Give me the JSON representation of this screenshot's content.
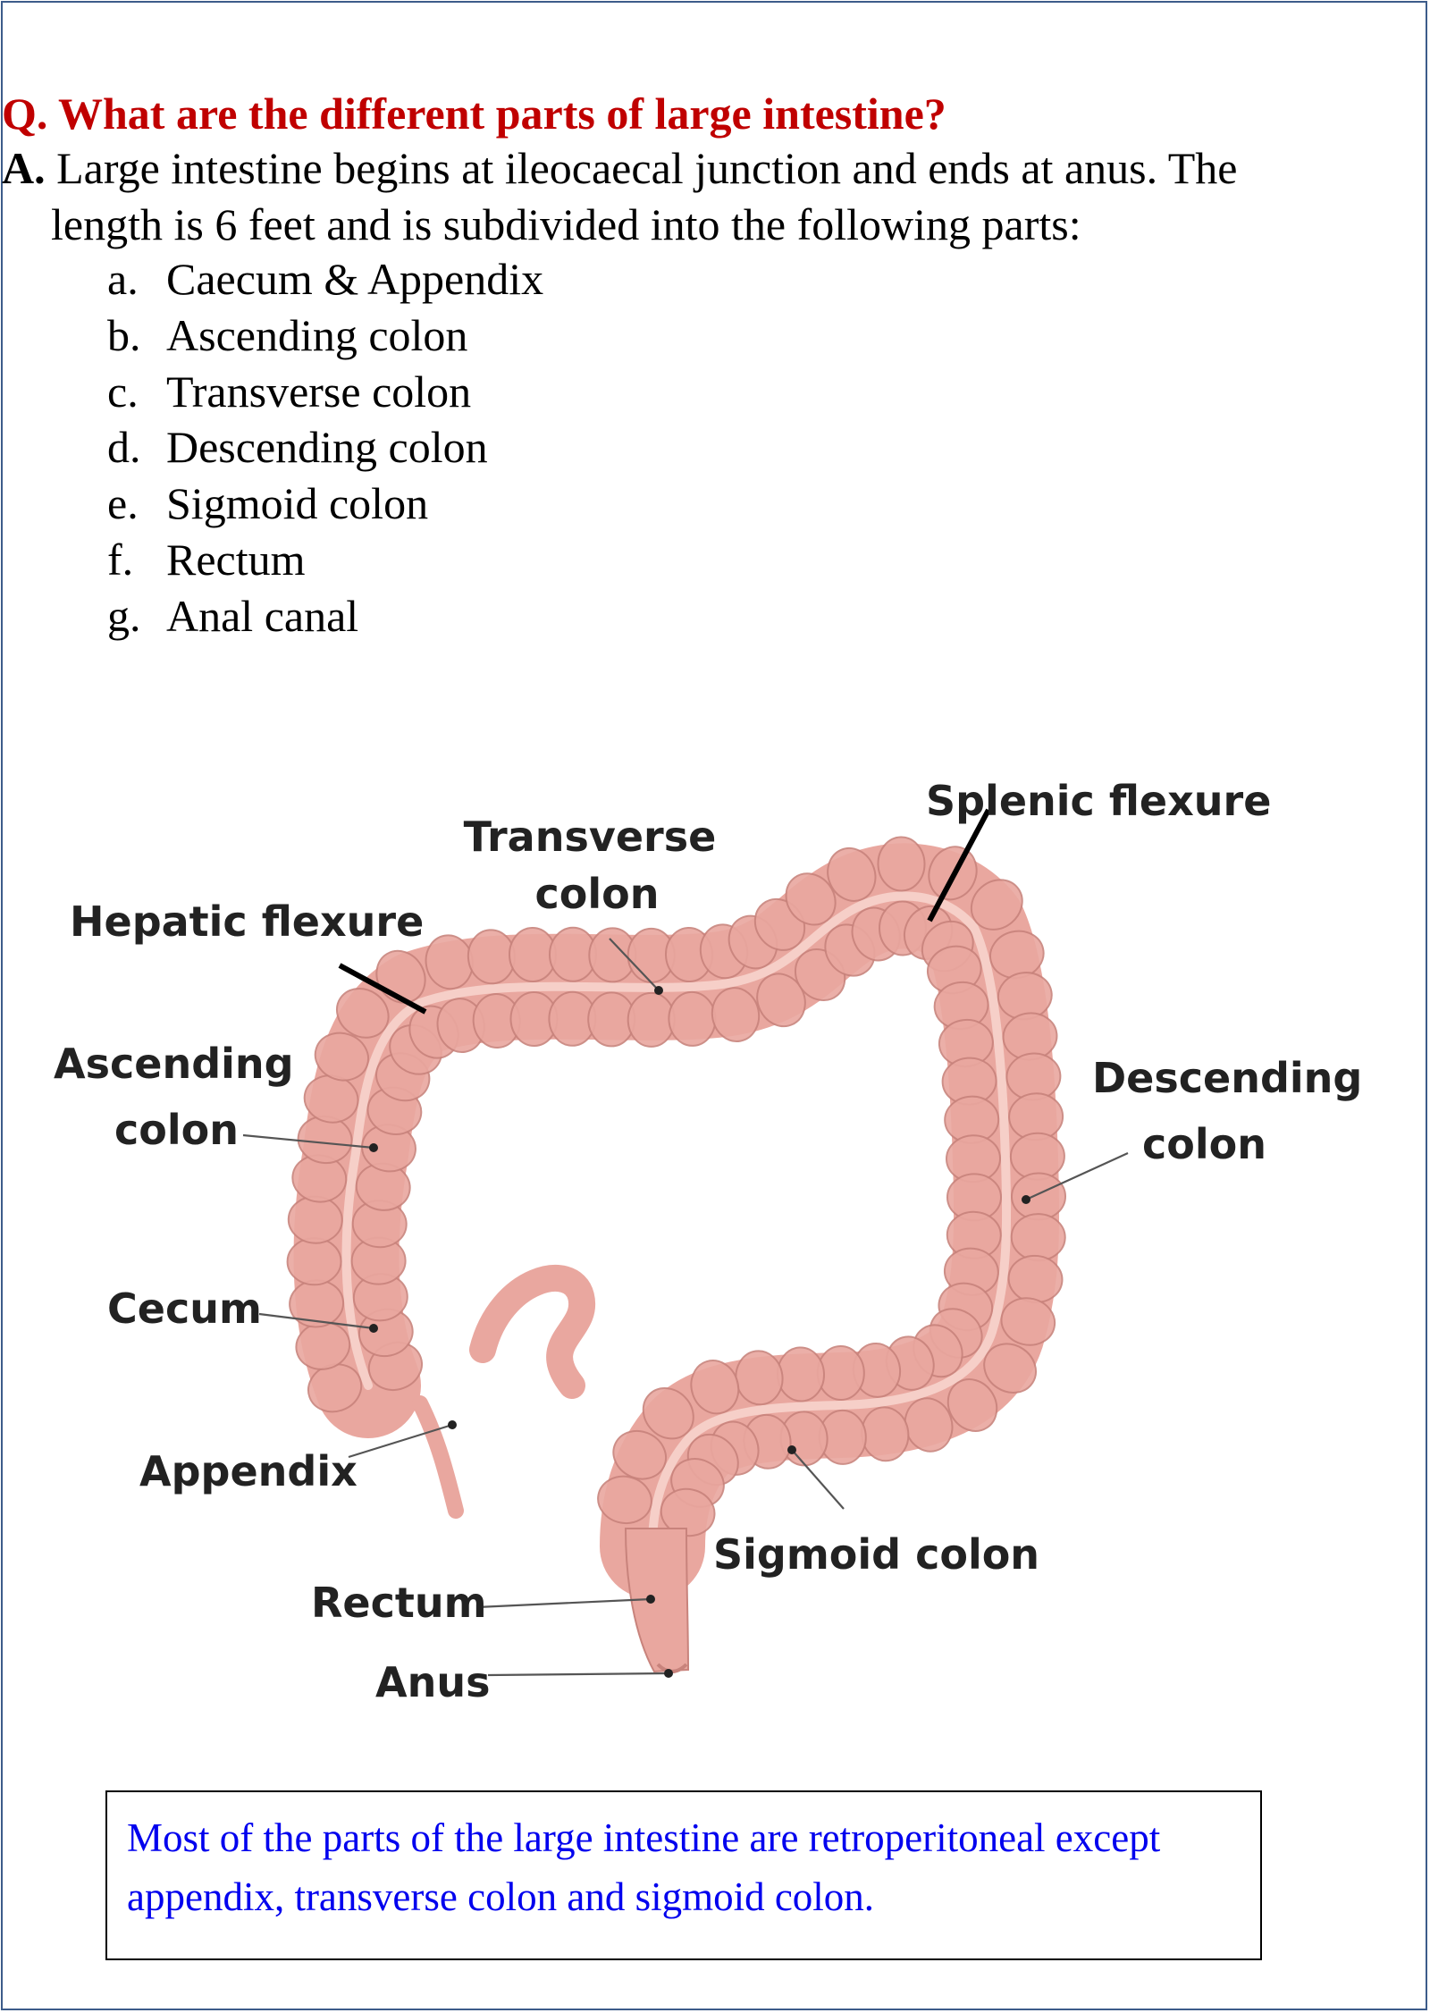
{
  "question": "Q. What are the different parts of large intestine?",
  "answer": {
    "prefix": "A.",
    "line1": " Large intestine begins at ileocaecal junction and ends at anus. The",
    "line2": "length is 6 feet and is subdivided into the following parts:"
  },
  "parts": [
    {
      "letter": "a.",
      "name": "Caecum & Appendix"
    },
    {
      "letter": "b.",
      "name": "Ascending colon"
    },
    {
      "letter": "c.",
      "name": "Transverse colon"
    },
    {
      "letter": "d.",
      "name": "Descending colon"
    },
    {
      "letter": "e.",
      "name": "Sigmoid colon"
    },
    {
      "letter": "f.",
      "name": "Rectum"
    },
    {
      "letter": "g.",
      "name": "Anal canal"
    }
  ],
  "diagram": {
    "labels": {
      "transverse_colon_1": "Transverse",
      "transverse_colon_2": "colon",
      "splenic_flexure": "Splenic flexure",
      "hepatic_flexure": "Hepatic flexure",
      "ascending_colon_1": "Ascending",
      "ascending_colon_2": "colon",
      "descending_colon_1": "Descending",
      "descending_colon_2": "colon",
      "cecum": "Cecum",
      "appendix": "Appendix",
      "sigmoid_colon": "Sigmoid colon",
      "rectum": "Rectum",
      "anus": "Anus"
    },
    "colors": {
      "tissue": "#e9a79f",
      "tissue_light": "#f6cfc8",
      "tissue_dark": "#c8837c"
    }
  },
  "note": "Most of the parts of the large intestine are retroperitoneal except appendix, transverse colon and sigmoid colon.",
  "colors": {
    "question": "#c00000",
    "note_text": "#0000ee",
    "border": "#3d5c8a"
  }
}
